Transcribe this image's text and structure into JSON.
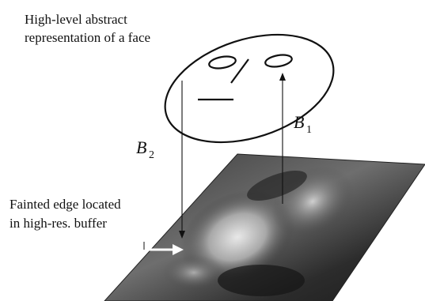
{
  "labels": {
    "top_line1": "High-level abstract",
    "top_line2": "representation of a face",
    "b2_main": "B",
    "b2_sub": "2",
    "b1_main": "B",
    "b1_sub": "1",
    "bottom_line1": "Fainted edge located",
    "bottom_line2": "in high-res. buffer"
  },
  "colors": {
    "ink": "#111111",
    "photo_dark": "#2a2a2a",
    "photo_light": "#d8d8d8",
    "background": "#ffffff"
  }
}
